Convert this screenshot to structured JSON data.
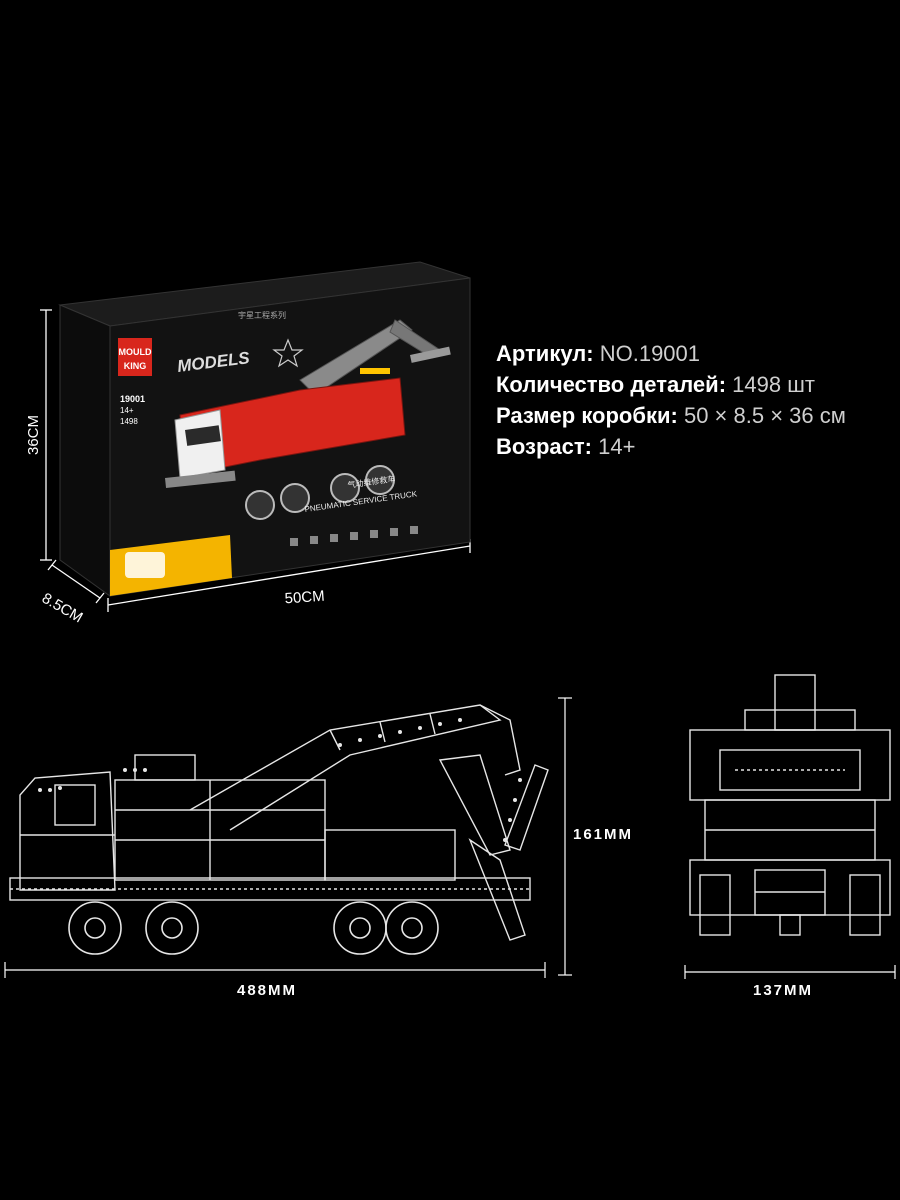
{
  "box": {
    "brand_top": "MOULD",
    "brand_bottom": "KING",
    "series_chinese": "宇星工程系列",
    "series_title": "MODELS",
    "item_number": "19001",
    "age_badge": "14+",
    "pieces_badge": "1498",
    "product_chinese": "气动维修救车",
    "product_name": "PNEUMATIC SERVICE TRUCK",
    "dimension_height": "36CM",
    "dimension_depth": "8.5CM",
    "dimension_width": "50CM"
  },
  "specs": [
    {
      "label": "Артикул:",
      "value": "NO.19001"
    },
    {
      "label": "Количество деталей:",
      "value": "1498 шт"
    },
    {
      "label": "Размер коробки:",
      "value": "50 × 8.5 × 36 см"
    },
    {
      "label": "Возраст:",
      "value": "14+"
    }
  ],
  "model_dimensions": {
    "length": "488MM",
    "height": "161MM",
    "width": "137MM"
  },
  "colors": {
    "background": "#000000",
    "truck_red": "#d8261c",
    "box_black": "#111111",
    "line_art": "#e6e6e6"
  }
}
